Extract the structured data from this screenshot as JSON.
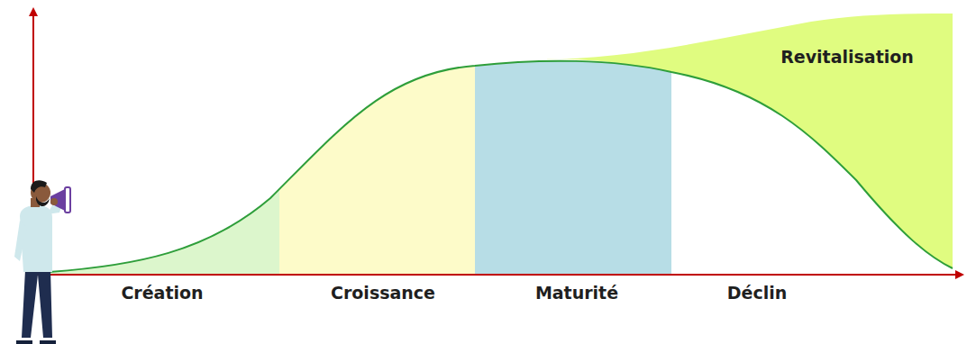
{
  "diagram": {
    "labels": [
      "Revitalisation",
      "Création",
      "Croissance",
      "Maturité",
      "Déclin"
    ]
  }
}
